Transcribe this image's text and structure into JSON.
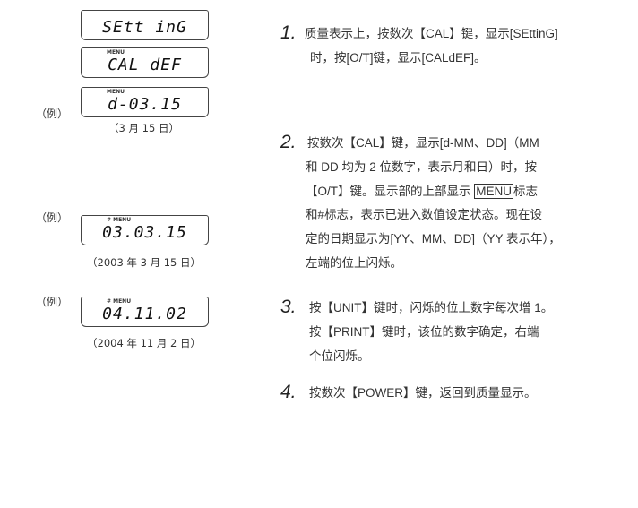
{
  "displays": [
    {
      "menu": "",
      "value": "SEtt inG",
      "example": "",
      "caption": ""
    },
    {
      "menu": "MENU",
      "value": "CAL dEF",
      "example": "",
      "caption": ""
    },
    {
      "menu": "MENU",
      "value": "d-03.15",
      "example": "（例）",
      "caption": "（3 月 15 日）"
    },
    {
      "menu": "# MENU",
      "value": "03.03.15",
      "example": "（例）",
      "caption": "（2003 年 3 月 15 日）"
    },
    {
      "menu": "# MENU",
      "value": "04.11.02",
      "example": "（例）",
      "caption": "（2004 年 11 月 2 日）"
    }
  ],
  "steps": [
    {
      "number": "1.",
      "lines": [
        "质量表示上，按数次【CAL】键，显示[SEttinG]",
        "时，按[O/T]键，显示[CALdEF]。"
      ]
    },
    {
      "number": "2.",
      "lines": [
        "按数次【CAL】键，显示[d-MM、DD]（MM",
        "和 DD 均为 2 位数字，表示月和日）时，按",
        "【O/T】键。显示部的上部显示",
        "MENU",
        "标志",
        "和#标志，表示已进入数值设定状态。现在设",
        "定的日期显示为[YY、MM、DD]（YY 表示年），",
        "左端的位上闪烁。"
      ]
    },
    {
      "number": "3.",
      "lines": [
        "按【UNIT】键时，闪烁的位上数字每次增 1。",
        "按【PRINT】键时，该位的数字确定，右端",
        "个位闪烁。"
      ]
    },
    {
      "number": "4.",
      "lines": [
        "按数次【POWER】键，返回到质量显示。"
      ]
    }
  ]
}
